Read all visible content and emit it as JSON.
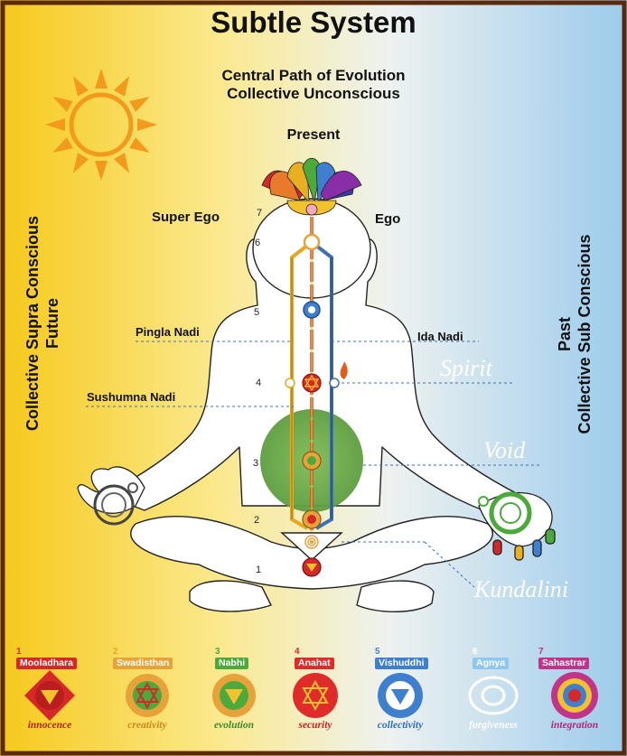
{
  "title": "Subtle System",
  "subtitle_line1": "Central Path of Evolution",
  "subtitle_line2": "Collective Unconscious",
  "labels": {
    "present": "Present",
    "super_ego": "Super Ego",
    "ego": "Ego",
    "pingla_nadi": "Pingla Nadi",
    "ida_nadi": "Ida Nadi",
    "sushumna_nadi": "Sushumna Nadi",
    "spirit": "Spirit",
    "void": "Void",
    "kundalini": "Kundalini"
  },
  "left_side": {
    "line1": "Collective Supra Conscious",
    "line2": "Future"
  },
  "right_side": {
    "line1": "Past",
    "line2": "Collective Sub Conscious"
  },
  "channel_numbers": [
    "1",
    "2",
    "3",
    "4",
    "5",
    "6",
    "7"
  ],
  "chakras": [
    {
      "num": "1",
      "name": "Mooladhara",
      "quality": "innocence",
      "color": "#d62828",
      "quality_color": "#b3241c"
    },
    {
      "num": "2",
      "name": "Swadisthan",
      "quality": "creativity",
      "color": "#e8a23a",
      "quality_color": "#c9871b"
    },
    {
      "num": "3",
      "name": "Nabhi",
      "quality": "evolution",
      "color": "#4caa3c",
      "quality_color": "#3b8c2e"
    },
    {
      "num": "4",
      "name": "Anahat",
      "quality": "security",
      "color": "#e02b2b",
      "quality_color": "#d02020"
    },
    {
      "num": "5",
      "name": "Vishuddhi",
      "quality": "collectivity",
      "color": "#3f7fd0",
      "quality_color": "#2f6fc0"
    },
    {
      "num": "6",
      "name": "Agnya",
      "quality": "forgiveness",
      "color": "#8fc8ee",
      "quality_color": "#ffffff"
    },
    {
      "num": "7",
      "name": "Sahastrar",
      "quality": "integration",
      "color": "#c2338a",
      "quality_color": "#b0267a"
    }
  ],
  "colors": {
    "background_left": "#f7d21e",
    "background_right": "#a9d2ee",
    "sun": "#f29a1c",
    "moon": "#ffffff",
    "left_channel": "#e6a81e",
    "right_channel": "#3f6fb5",
    "central_channel": "#d6432b",
    "void_circle": "#6fab49"
  }
}
